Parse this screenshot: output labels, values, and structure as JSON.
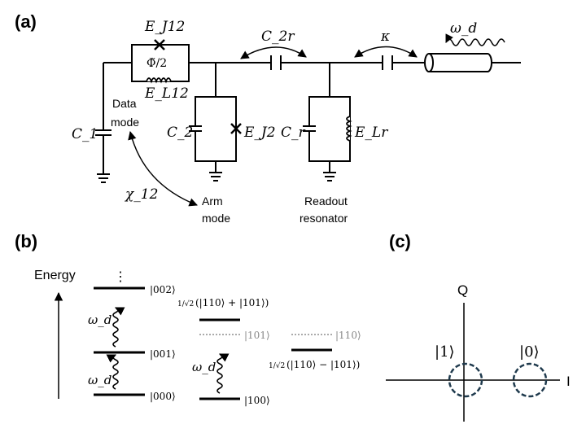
{
  "panels": {
    "a": "(a)",
    "b": "(b)",
    "c": "(c)"
  },
  "circuit": {
    "labels": {
      "ej12": "E_J12",
      "phi_half": "Φ̃/2",
      "el12": "E_L12",
      "c2r": "C_2r",
      "kappa": "κ",
      "omega_d": "ω_d",
      "c1": "C_1",
      "data_mode_line1": "Data",
      "data_mode_line2": "mode",
      "c2": "C_2",
      "ej2": "E_J2",
      "cr": "C_r",
      "elr": "E_Lr",
      "chi12": "χ_12",
      "arm_mode_line1": "Arm",
      "arm_mode_line2": "mode",
      "readout_line1": "Readout",
      "readout_line2": "resonator"
    }
  },
  "levels": {
    "energy_label": "Energy",
    "dots": "⋮",
    "omega_d": "ω_d",
    "left_levels": [
      "|002⟩",
      "|001⟩",
      "|000⟩"
    ],
    "level_100": "|100⟩",
    "level_101": "|101⟩",
    "level_110": "|110⟩",
    "sym_prefix": "1/√2",
    "sym_plus": "(|110⟩ + |101⟩)",
    "sym_minus": "(|110⟩ − |101⟩)"
  },
  "iq": {
    "q_label": "Q",
    "i_label": "I",
    "state_1": "|1⟩",
    "state_0": "|0⟩",
    "circle_color": "#1f3a4d"
  }
}
